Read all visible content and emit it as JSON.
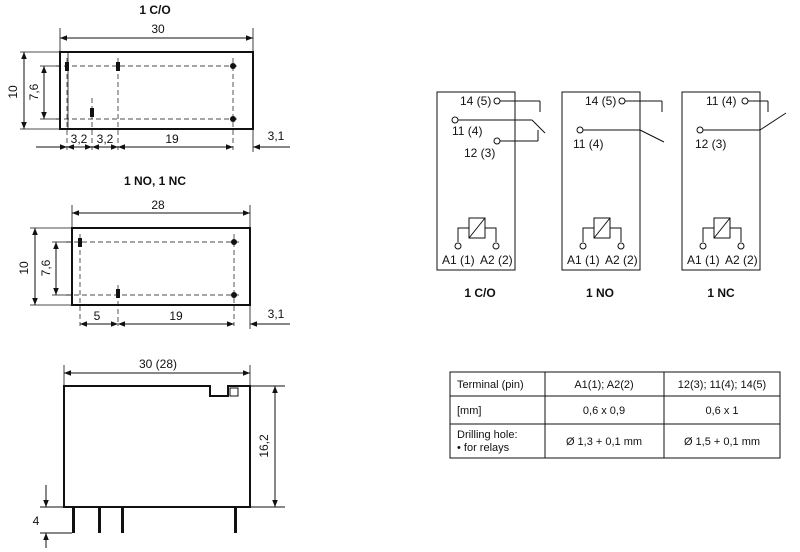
{
  "views": {
    "top_co": {
      "title": "1 C/O",
      "width": "30",
      "height": "10",
      "height_inner": "7,6",
      "dims": [
        "3,2",
        "3,2",
        "19",
        "3,1"
      ]
    },
    "top_no_nc": {
      "title": "1 NO, 1 NC",
      "width": "28",
      "height": "10",
      "height_inner": "7,6",
      "dims": [
        "5",
        "19",
        "3,1"
      ]
    },
    "side": {
      "width": "30 (28)",
      "height": "16,2",
      "pin": "4"
    }
  },
  "schematics": [
    {
      "caption": "1 C/O",
      "terminals": [
        "14 (5)",
        "11 (4)",
        "12 (3)"
      ],
      "coil": [
        "A1 (1)",
        "A2 (2)"
      ]
    },
    {
      "caption": "1 NO",
      "terminals": [
        "14 (5)",
        "11 (4)"
      ],
      "coil": [
        "A1 (1)",
        "A2 (2)"
      ]
    },
    {
      "caption": "1 NC",
      "terminals": [
        "11 (4)",
        "12 (3)"
      ],
      "coil": [
        "A1 (1)",
        "A2 (2)"
      ]
    }
  ],
  "table": {
    "headers": [
      "Terminal (pin)",
      "A1(1); A2(2)",
      "12(3); 11(4); 14(5)"
    ],
    "rows": [
      {
        "label": "[mm]",
        "a": "0,6 x 0,9",
        "b": "0,6 x 1"
      },
      {
        "label": "Drilling hole:",
        "sublabel": "• for relays",
        "a": "Ø 1,3 + 0,1 mm",
        "b": "Ø 1,5 + 0,1 mm"
      }
    ]
  }
}
